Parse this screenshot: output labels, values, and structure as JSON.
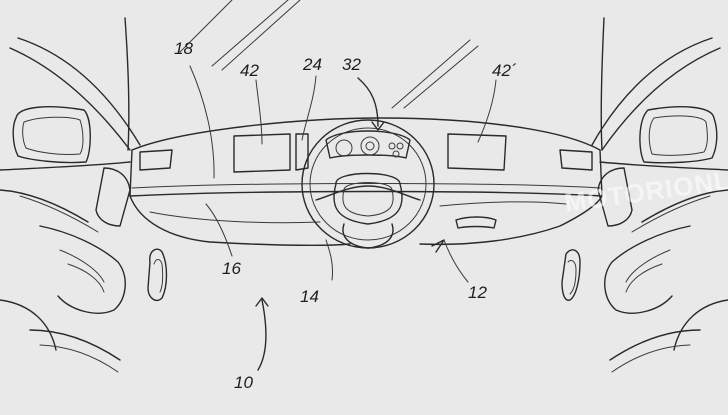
{
  "figure": {
    "references": {
      "r18": "18",
      "r42": "42",
      "r24": "24",
      "r32": "32",
      "r42p": "42´",
      "r16": "16",
      "r14": "14",
      "r12": "12",
      "r10": "10"
    },
    "watermark": "MOTORIONLINE"
  },
  "colors": {
    "background": "#e9e9e9",
    "line": "#2a2a2a"
  }
}
